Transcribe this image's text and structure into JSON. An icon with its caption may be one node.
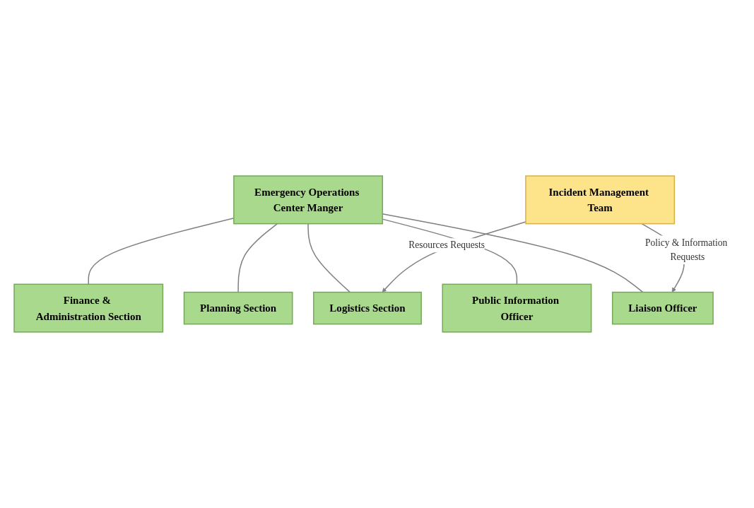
{
  "diagram": {
    "nodes": [
      {
        "text": [
          "Emergency Operations Center Manger"
        ]
      },
      {
        "text": [
          "Liaison Officer"
        ]
      },
      {
        "text": [
          "Public Information Officer"
        ]
      },
      {
        "text": [
          "Incident Management Team"
        ]
      },
      {
        "text": [
          "Planning Section"
        ]
      },
      {
        "text": [
          "Logistics Section"
        ]
      },
      {
        "text": [
          "Finance & Administration Section"
        ]
      }
    ],
    "edges": [
      {
        "from": 0,
        "to": 1,
        "arrow": "none"
      },
      {
        "from": 0,
        "to": 2,
        "arrow": "none"
      },
      {
        "from": 0,
        "to": 4,
        "arrow": "none"
      },
      {
        "from": 0,
        "to": 5,
        "arrow": "none"
      },
      {
        "from": 0,
        "to": 6,
        "arrow": "none"
      },
      {
        "from": 3,
        "to": 1,
        "arrow": "to",
        "label": "Policy & Information Requests"
      },
      {
        "from": 3,
        "to": 5,
        "arrow": "to",
        "label": "Resources Requests"
      }
    ]
  }
}
